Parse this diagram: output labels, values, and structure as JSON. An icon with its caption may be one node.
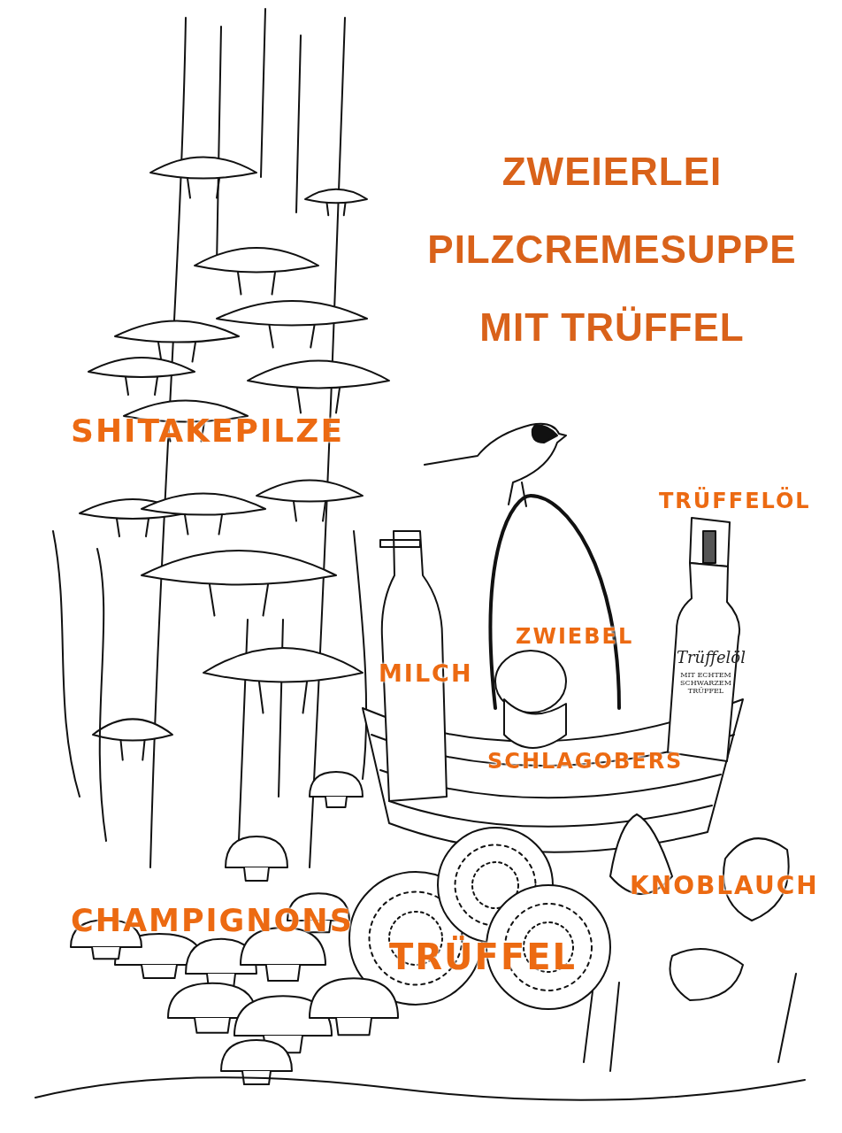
{
  "diagram": {
    "title": "ZWEIERLEI PILZCREMESUPPE MIT TRÜFFEL",
    "labels": [
      "SHITAKEPILZE",
      "TRÜFFELÖL",
      "ZWIEBEL",
      "Trüffelöl",
      "MILCH",
      "MIT ECHTEM SCHWARZEM TRÜFFEL",
      "SCHLAGOBERS",
      "KNOBLAUCH",
      "CHAMPIGNONS",
      "TRÜFFEL"
    ]
  }
}
